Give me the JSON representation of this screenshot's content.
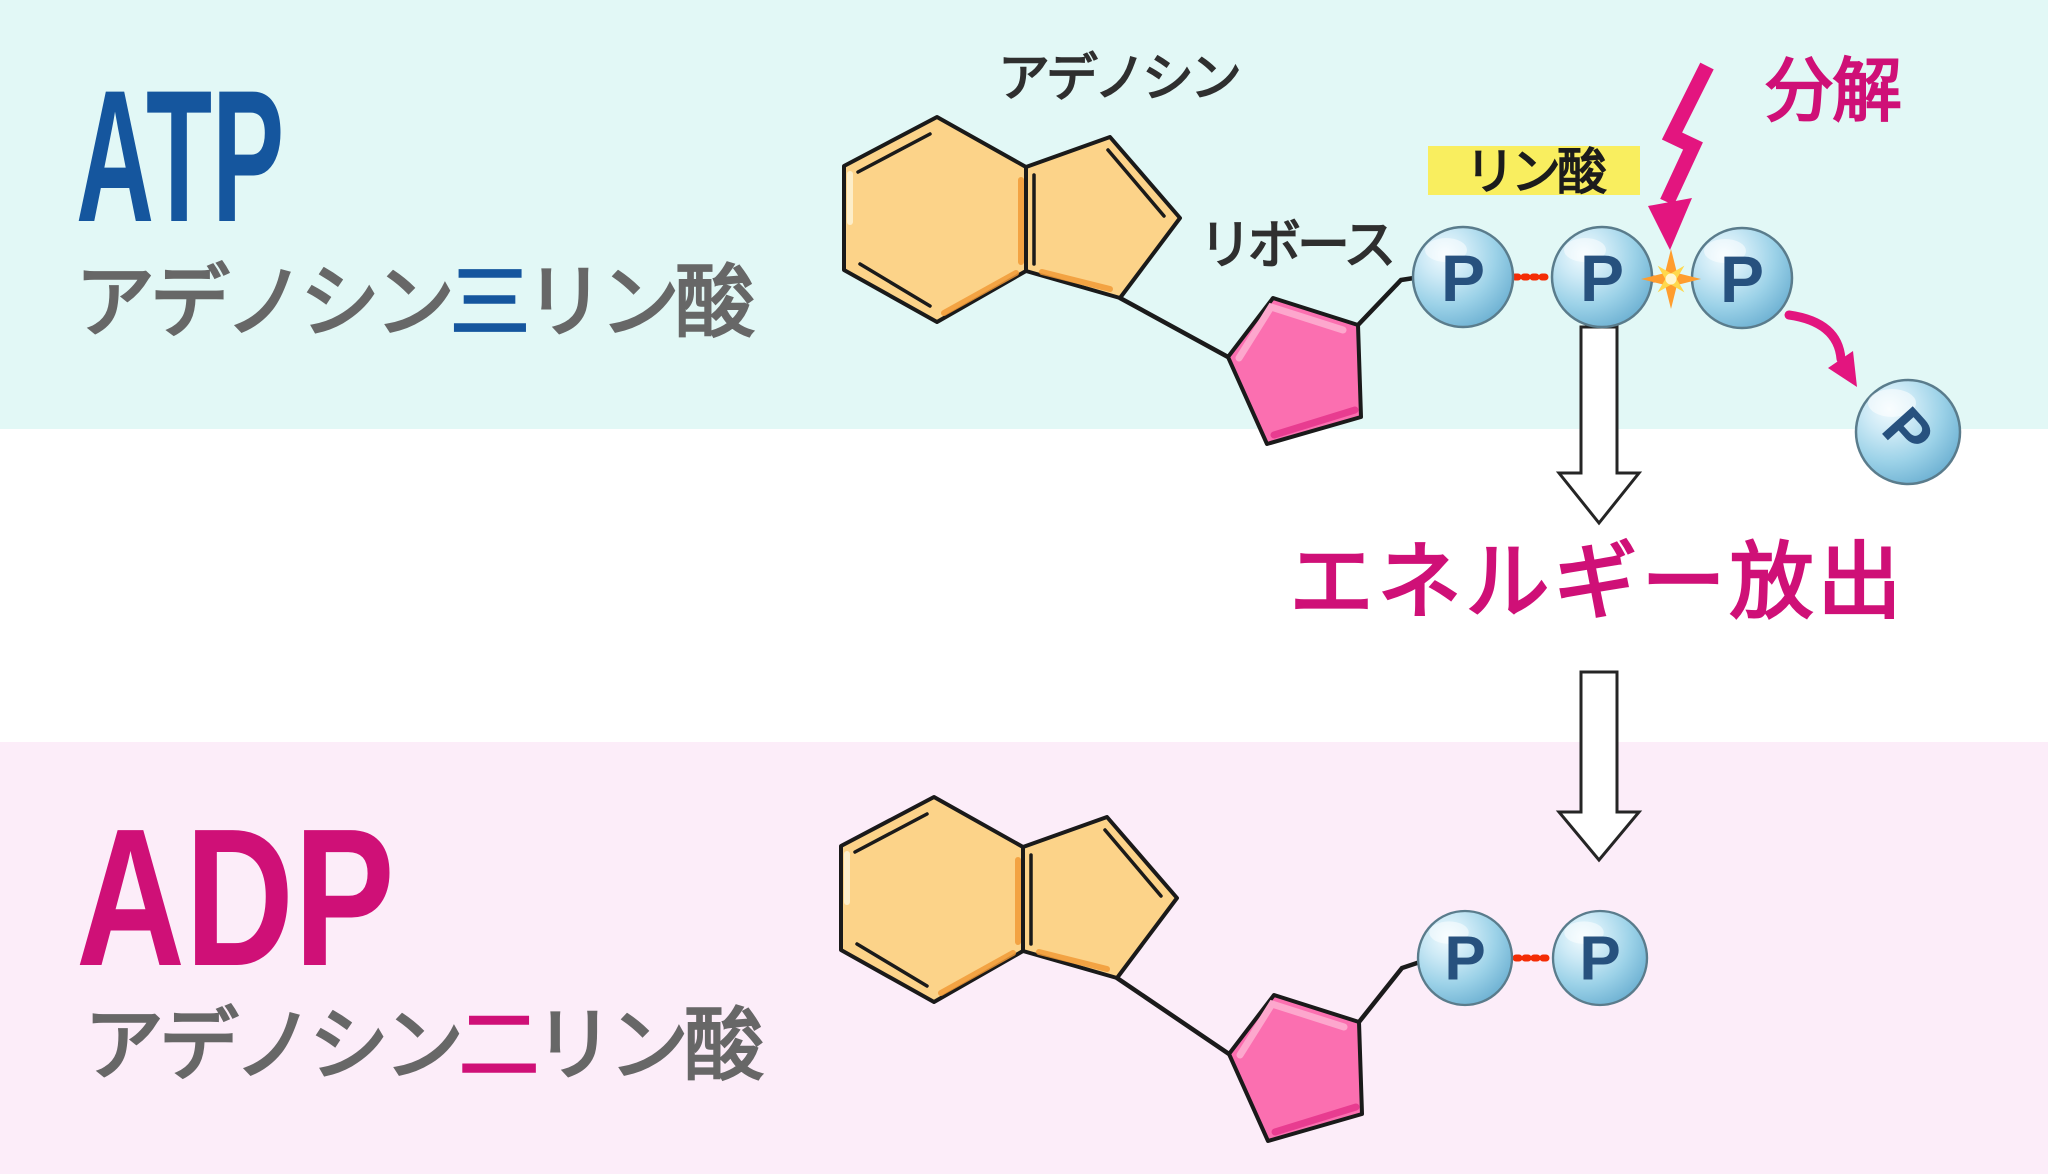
{
  "atp": {
    "title": "ATP",
    "subtitle_pre": "アデノシン",
    "subtitle_accent": "三",
    "subtitle_post": "リン酸"
  },
  "adp": {
    "title": "ADP",
    "subtitle_pre": "アデノシン",
    "subtitle_accent": "二",
    "subtitle_post": "リン酸"
  },
  "labels": {
    "adenosine": "アデノシン",
    "ribose": "リボース",
    "phosphate": "リン酸",
    "decompose": "分解",
    "energy_release": "エネルギー放出"
  },
  "molecule": {
    "p_symbol": "P",
    "atp_phosphate_count": 3,
    "adp_phosphate_count": 2
  },
  "colors": {
    "accent": "#cf1077",
    "accent-bright": "#e3157f",
    "blue": "#15569e",
    "gray": "#676767",
    "dark": "#2f2f2f",
    "yellow": "#f9ee5f",
    "cyan-band": "#e2f8f6",
    "pink-band": "#fcedf9",
    "white-band": "#ffffff",
    "hex-fill": "#fcd389",
    "hex-shade": "#f19a37",
    "ribose-fill": "#fb6fb0",
    "red-bond": "#f42d06",
    "sphere-letter": "#27517e"
  }
}
